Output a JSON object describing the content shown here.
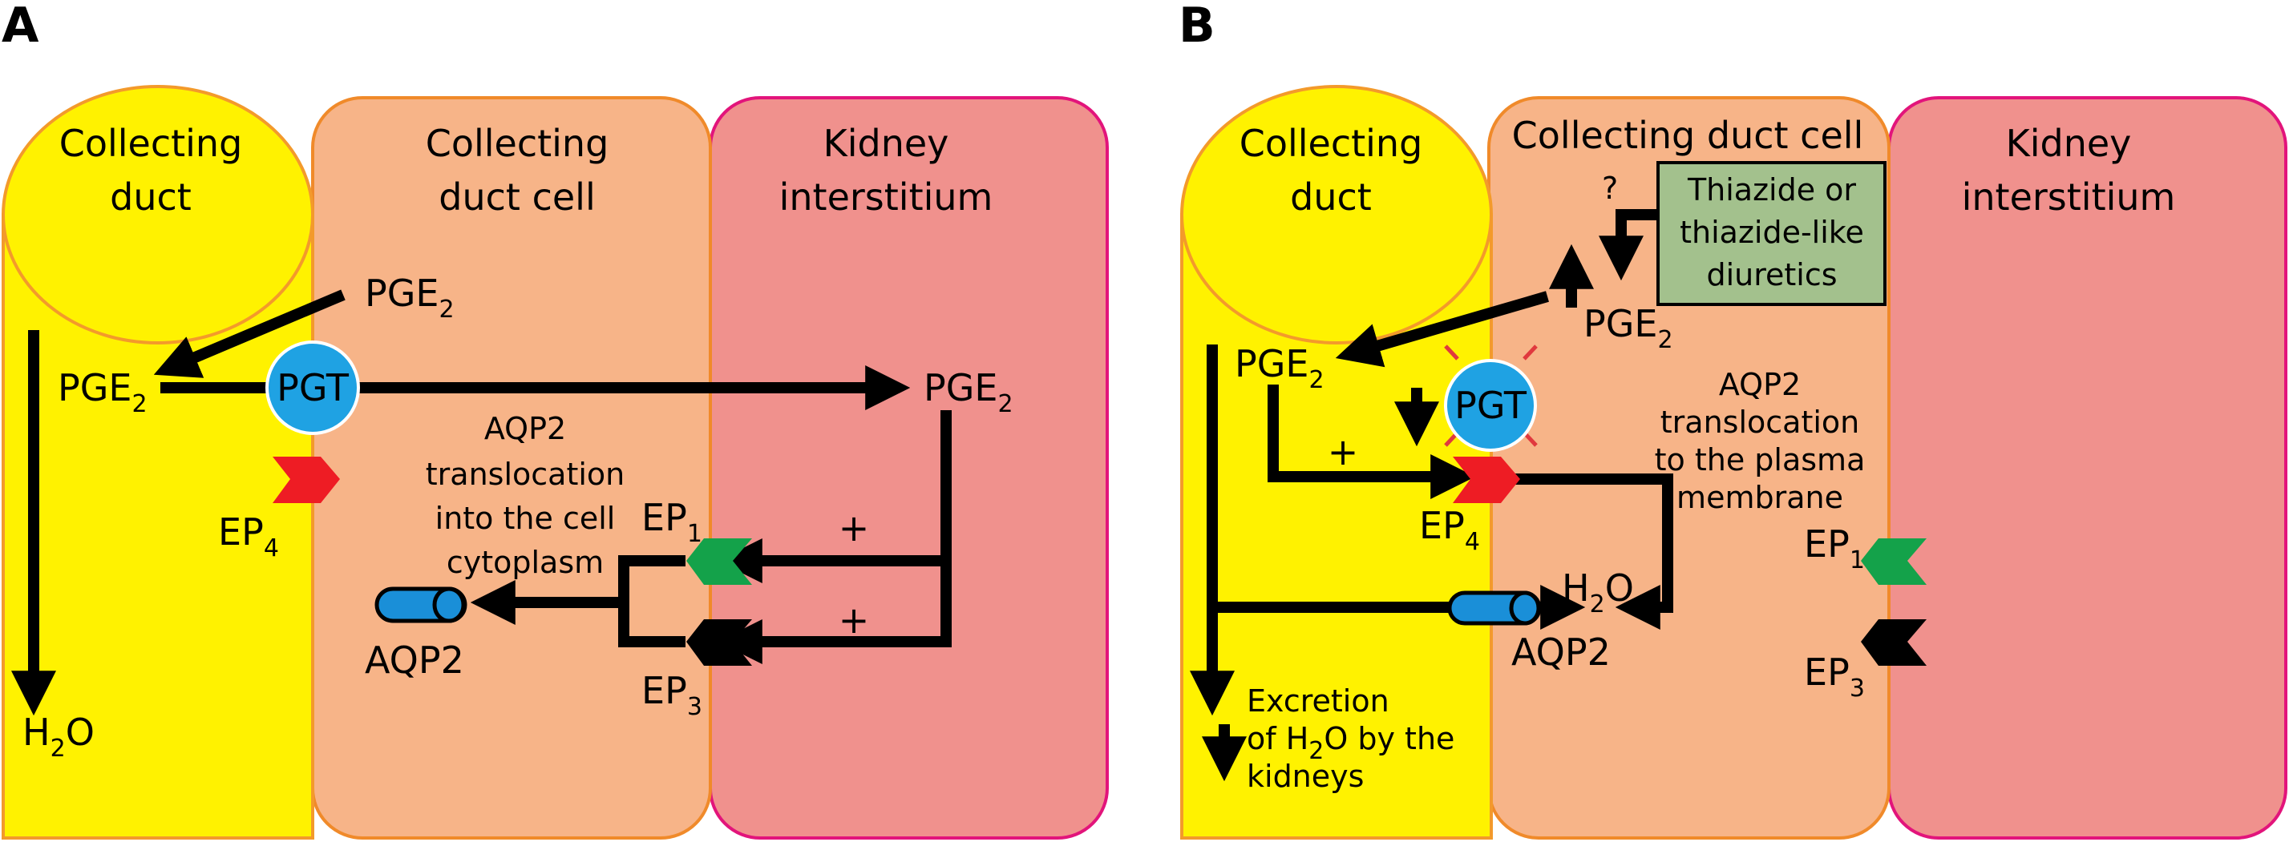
{
  "colors": {
    "duct": "#FFF200",
    "duct_stroke": "#F39A2B",
    "cell": "#F7B488",
    "cell_stroke": "#F08A2A",
    "interstitium": "#F0918D",
    "interstitium_stroke": "#E2147B",
    "pgt": "#1FA2E3",
    "ep4": "#EE1C24",
    "ep1": "#14A24A",
    "ep3": "#000000",
    "aqp2": "#1A8FD8",
    "diuretic_box": "#A3C18D",
    "dashes": "#E0393E"
  },
  "panel_a": {
    "letter": "A",
    "duct_title_1": "Collecting",
    "duct_title_2": "duct",
    "cell_title_1": "Collecting",
    "cell_title_2": "duct cell",
    "inter_title_1": "Kidney",
    "inter_title_2": "interstitium",
    "pge_cell": "PGE",
    "pge_cell_sub": "2",
    "pge_duct": "PGE",
    "pge_duct_sub": "2",
    "pge_inter": "PGE",
    "pge_inter_sub": "2",
    "pgt": "PGT",
    "ep4": "EP",
    "ep4_sub": "4",
    "ep1": "EP",
    "ep1_sub": "1",
    "ep3": "EP",
    "ep3_sub": "3",
    "plus_1": "+",
    "plus_2": "+",
    "aqp2_text_1": "AQP2",
    "aqp2_text_2": "translocation",
    "aqp2_text_3": "into the cell",
    "aqp2_text_4": "cytoplasm",
    "aqp2_label": "AQP2",
    "h2o_h": "H",
    "h2o_sub": "2",
    "h2o_o": "O"
  },
  "panel_b": {
    "letter": "B",
    "duct_title_1": "Collecting",
    "duct_title_2": "duct",
    "cell_title": "Collecting duct cell",
    "inter_title_1": "Kidney",
    "inter_title_2": "interstitium",
    "question": "?",
    "diuretic_1": "Thiazide or",
    "diuretic_2": "thiazide-like",
    "diuretic_3": "diuretics",
    "pge_cell": "PGE",
    "pge_cell_sub": "2",
    "pge_duct": "PGE",
    "pge_duct_sub": "2",
    "pgt": "PGT",
    "plus": "+",
    "ep4": "EP",
    "ep4_sub": "4",
    "aqp2_text_1": "AQP2",
    "aqp2_text_2": "translocation",
    "aqp2_text_3": "to the plasma",
    "aqp2_text_4": "membrane",
    "h2o_h": "H",
    "h2o_sub": "2",
    "h2o_o": "O",
    "aqp2_label": "AQP2",
    "ep1": "EP",
    "ep1_sub": "1",
    "ep3": "EP",
    "ep3_sub": "3",
    "excretion_1": "Excretion",
    "excretion_2": "of H",
    "excretion_2_sub": "2",
    "excretion_2_rest": "O by the",
    "excretion_3": "kidneys"
  }
}
